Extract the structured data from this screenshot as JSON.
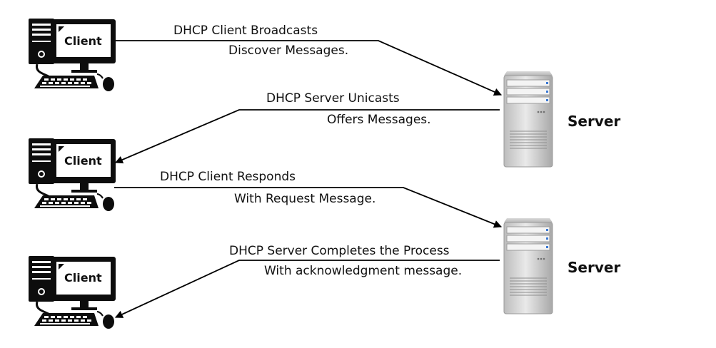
{
  "clients": [
    {
      "label": "Client"
    },
    {
      "label": "Client"
    },
    {
      "label": "Client"
    }
  ],
  "servers": [
    {
      "label": "Server"
    },
    {
      "label": "Server"
    }
  ],
  "messages": [
    {
      "line1": "DHCP Client Broadcasts",
      "line2": "Discover Messages."
    },
    {
      "line1": "DHCP Server Unicasts",
      "line2": "Offers Messages."
    },
    {
      "line1": "DHCP Client Responds",
      "line2": "With Request Message."
    },
    {
      "line1": "DHCP Server Completes the Process",
      "line2": "With acknowledgment message."
    }
  ]
}
